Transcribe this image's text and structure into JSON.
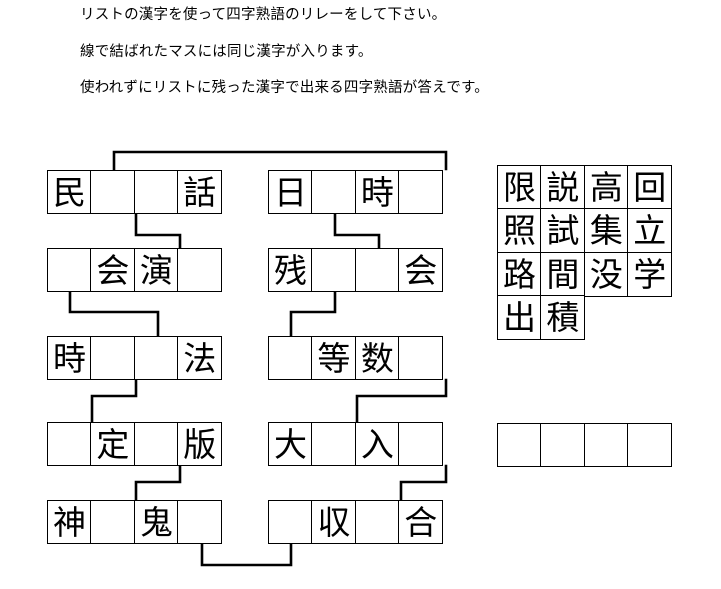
{
  "instructions": [
    "リストの漢字を使って四字熟語のリレーをして下さい。",
    "線で結ばれたマスには同じ漢字が入ります。",
    "使われずにリストに残った漢字で出来る四字熟語が答えです。"
  ],
  "puzzle": {
    "left_column": {
      "rows": [
        {
          "cells": [
            "民",
            "",
            "",
            "話"
          ]
        },
        {
          "cells": [
            "",
            "会",
            "演",
            ""
          ]
        },
        {
          "cells": [
            "時",
            "",
            "",
            "法"
          ]
        },
        {
          "cells": [
            "",
            "定",
            "",
            "版"
          ]
        },
        {
          "cells": [
            "神",
            "",
            "鬼",
            ""
          ]
        }
      ]
    },
    "right_column": {
      "rows": [
        {
          "cells": [
            "日",
            "",
            "時",
            ""
          ]
        },
        {
          "cells": [
            "残",
            "",
            "",
            "会"
          ]
        },
        {
          "cells": [
            "",
            "等",
            "数",
            ""
          ]
        },
        {
          "cells": [
            "大",
            "",
            "入",
            ""
          ]
        },
        {
          "cells": [
            "",
            "収",
            "",
            "合"
          ]
        }
      ]
    }
  },
  "kanji_list": {
    "rows": [
      [
        "限",
        "説",
        "高",
        "回"
      ],
      [
        "照",
        "試",
        "集",
        "立"
      ],
      [
        "路",
        "間",
        "没",
        "学"
      ],
      [
        "出",
        "積"
      ]
    ]
  },
  "answer_box": {
    "cells": [
      "",
      "",
      "",
      ""
    ]
  },
  "colors": {
    "ink": "#000000",
    "paper": "#ffffff"
  }
}
